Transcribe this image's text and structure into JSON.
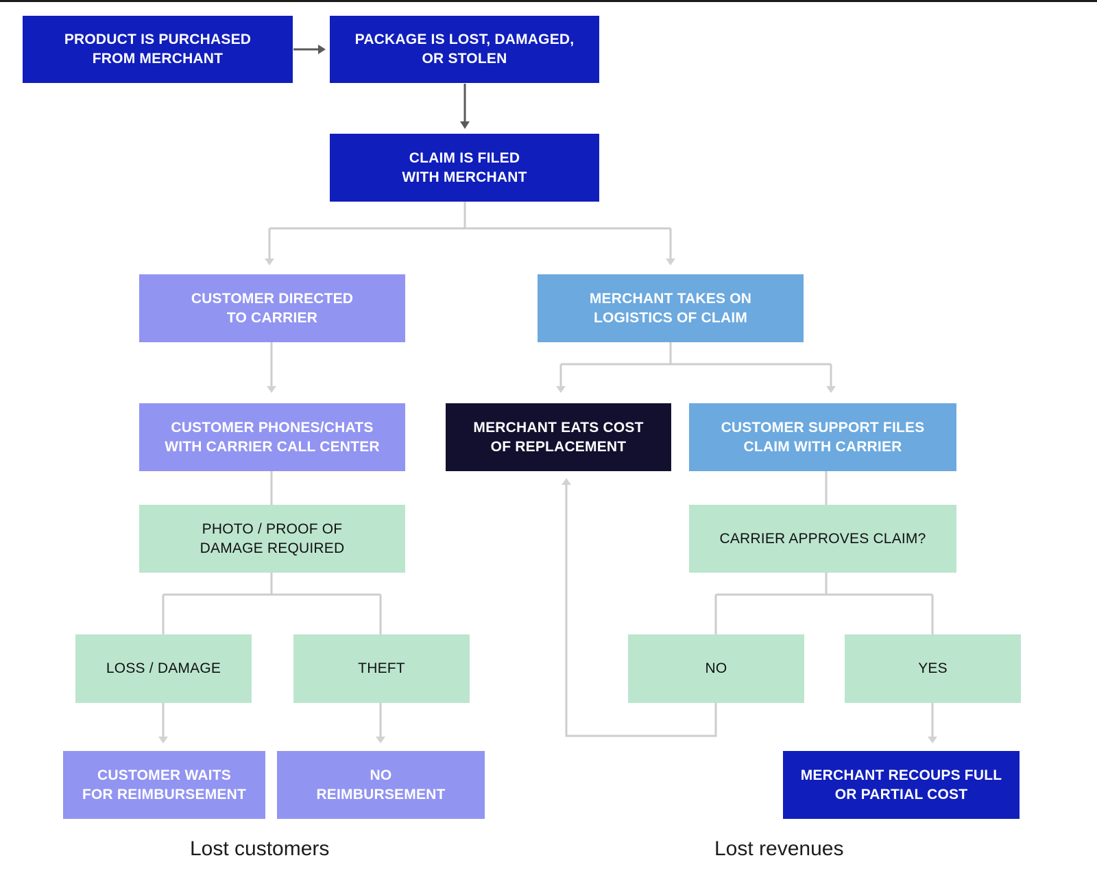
{
  "diagram": {
    "title_visible": false,
    "colors": {
      "strong_blue": "#101EBC",
      "light_purple": "#9294F2",
      "mid_blue": "#6BA9DF",
      "navy": "#12102E",
      "green": "#BCE5CE",
      "connector_gray": "#C9C9C9",
      "connector_dark": "#5A5A5A",
      "background": "#FFFFFF"
    },
    "nodes": [
      {
        "id": "product-purchased",
        "label": "PRODUCT IS PURCHASED\nFROM MERCHANT",
        "color": "strong_blue"
      },
      {
        "id": "package-lost",
        "label": "PACKAGE IS LOST, DAMAGED,\nOR STOLEN",
        "color": "strong_blue"
      },
      {
        "id": "claim-filed",
        "label": "CLAIM IS FILED\nWITH MERCHANT",
        "color": "strong_blue"
      },
      {
        "id": "customer-directed",
        "label": "CUSTOMER DIRECTED\nTO CARRIER",
        "color": "light_purple"
      },
      {
        "id": "merchant-logistics",
        "label": "MERCHANT TAKES ON\nLOGISTICS OF CLAIM",
        "color": "mid_blue"
      },
      {
        "id": "customer-phones",
        "label": "CUSTOMER PHONES/CHATS\nWITH CARRIER CALL CENTER",
        "color": "light_purple"
      },
      {
        "id": "merchant-eats-cost",
        "label": "MERCHANT EATS COST\nOF REPLACEMENT",
        "color": "navy"
      },
      {
        "id": "support-files-claim",
        "label": "CUSTOMER SUPPORT FILES\nCLAIM WITH CARRIER",
        "color": "mid_blue"
      },
      {
        "id": "photo-proof",
        "label": "PHOTO / PROOF OF\nDAMAGE REQUIRED",
        "color": "green"
      },
      {
        "id": "carrier-approves",
        "label": "CARRIER APPROVES CLAIM?",
        "color": "green"
      },
      {
        "id": "loss-damage",
        "label": "LOSS / DAMAGE",
        "color": "green"
      },
      {
        "id": "theft",
        "label": "THEFT",
        "color": "green"
      },
      {
        "id": "approve-no",
        "label": "NO",
        "color": "green"
      },
      {
        "id": "approve-yes",
        "label": "YES",
        "color": "green"
      },
      {
        "id": "customer-waits",
        "label": "CUSTOMER WAITS\nFOR REIMBURSEMENT",
        "color": "light_purple"
      },
      {
        "id": "no-reimbursement",
        "label": "NO\nREIMBURSEMENT",
        "color": "light_purple"
      },
      {
        "id": "merchant-recoups",
        "label": "MERCHANT RECOUPS FULL\nOR PARTIAL COST",
        "color": "strong_blue"
      }
    ],
    "captions": [
      {
        "id": "lost-customers",
        "label": "Lost customers"
      },
      {
        "id": "lost-revenues",
        "label": "Lost revenues"
      }
    ],
    "edges": [
      {
        "from": "product-purchased",
        "to": "package-lost",
        "style": "dark-arrow"
      },
      {
        "from": "package-lost",
        "to": "claim-filed",
        "style": "dark-arrow"
      },
      {
        "from": "claim-filed",
        "to": "customer-directed",
        "style": "gray-arrow"
      },
      {
        "from": "claim-filed",
        "to": "merchant-logistics",
        "style": "gray-arrow"
      },
      {
        "from": "customer-directed",
        "to": "customer-phones",
        "style": "gray-arrow"
      },
      {
        "from": "merchant-logistics",
        "to": "merchant-eats-cost",
        "style": "gray-arrow"
      },
      {
        "from": "merchant-logistics",
        "to": "support-files-claim",
        "style": "gray-arrow"
      },
      {
        "from": "customer-phones",
        "to": "photo-proof",
        "style": "gray-line"
      },
      {
        "from": "support-files-claim",
        "to": "carrier-approves",
        "style": "gray-line"
      },
      {
        "from": "photo-proof",
        "to": "loss-damage",
        "style": "gray-line"
      },
      {
        "from": "photo-proof",
        "to": "theft",
        "style": "gray-line"
      },
      {
        "from": "carrier-approves",
        "to": "approve-no",
        "style": "gray-line"
      },
      {
        "from": "carrier-approves",
        "to": "approve-yes",
        "style": "gray-line"
      },
      {
        "from": "loss-damage",
        "to": "customer-waits",
        "style": "gray-arrow"
      },
      {
        "from": "theft",
        "to": "no-reimbursement",
        "style": "gray-arrow"
      },
      {
        "from": "approve-yes",
        "to": "merchant-recoups",
        "style": "gray-arrow"
      },
      {
        "from": "approve-no",
        "to": "merchant-eats-cost",
        "style": "gray-arrow-loop"
      }
    ]
  }
}
